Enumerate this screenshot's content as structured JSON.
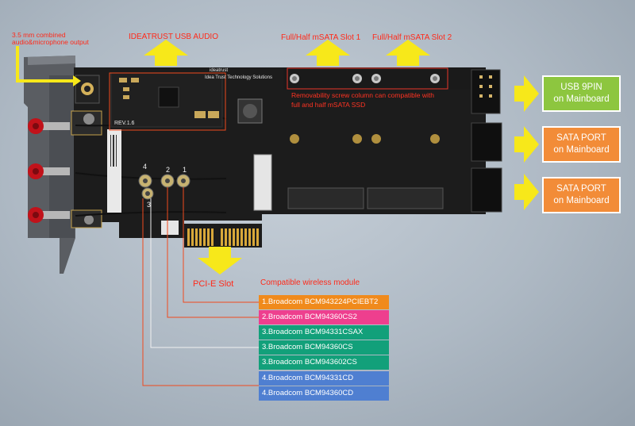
{
  "labels": {
    "audio_jack": "3.5 mm combined audio&microphone output",
    "usb_audio": "IDEATRUST USB AUDIO",
    "msata_slot_1": "Full/Half mSATA Slot 1",
    "msata_slot_2": "Full/Half mSATA Slot 2",
    "pcie_slot": "PCI-E Slot",
    "compatible_modules_title": "Compatible wireless module"
  },
  "pcb": {
    "brand": "ideatrust",
    "company": "Idea Trust Technology Solutions",
    "revision": "REV.1.6",
    "screw_note_line1": "Removability screw column can compatible with",
    "screw_note_line2": "full and half mSATA SSD",
    "antenna_numbers": [
      "4",
      "2",
      "1",
      "3"
    ]
  },
  "ports": [
    {
      "line1": "USB 9PIN",
      "line2": "on Mainboard",
      "color": "#8dc63f"
    },
    {
      "line1": "SATA PORT",
      "line2": "on Mainboard",
      "color": "#f28c38"
    },
    {
      "line1": "SATA PORT",
      "line2": "on Mainboard",
      "color": "#f28c38"
    }
  ],
  "modules": [
    {
      "label": "1.Broadcom BCM943224PCIEBT2",
      "color": "#f08a1c"
    },
    {
      "label": "2.Broadcom BCM94360CS2",
      "color": "#ee3f8e"
    },
    {
      "label": "3.Broadcom BCM94331CSAX",
      "color": "#12a07a"
    },
    {
      "label": "3.Broadcom BCM94360CS",
      "color": "#12a07a"
    },
    {
      "label": "3.Broadcom BCM943602CS",
      "color": "#12a07a"
    },
    {
      "label": "4.Broadcom BCM94331CD",
      "color": "#4f7fd1"
    },
    {
      "label": "4.Broadcom BCM94360CD",
      "color": "#4f7fd1"
    }
  ],
  "colors": {
    "arrow": "#f7e81a",
    "annotation": "#ff2a1a",
    "pcb": "#1b1b1b"
  }
}
